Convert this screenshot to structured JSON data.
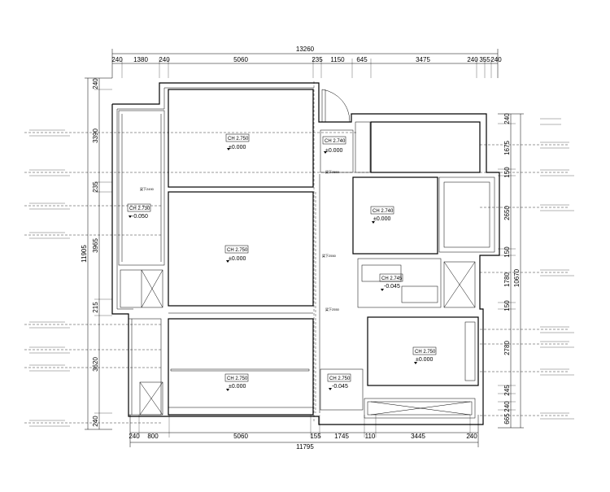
{
  "dimensions": {
    "top_total": "13260",
    "top": [
      "240",
      "1380",
      "240",
      "5060",
      "235",
      "1150",
      "645",
      "3475",
      "240",
      "355",
      "240"
    ],
    "bottom_total": "11795",
    "bottom": [
      "240",
      "800",
      "5060",
      "155",
      "1745",
      "110",
      "3445",
      "240"
    ],
    "left_total": "11905",
    "left": [
      "240",
      "3390",
      "235",
      "3965",
      "215",
      "3620",
      "240"
    ],
    "right_total": "10670",
    "right": [
      "240",
      "1675",
      "150",
      "2650",
      "150",
      "1780",
      "150",
      "2780",
      "245",
      "240",
      "665"
    ]
  },
  "rooms": [
    {
      "ch": "CH 2.750",
      "level": "±0.000"
    },
    {
      "ch": "CH 2.740",
      "level": "±0.000"
    },
    {
      "ch": "CH 2.730",
      "level": "-0.050"
    },
    {
      "ch": "CH 2.740",
      "level": "±0.000"
    },
    {
      "ch": "CH 2.750",
      "level": "±0.000"
    },
    {
      "ch": "CH 2.745",
      "level": "-0.045"
    },
    {
      "ch": "CH 2.750",
      "level": "±0.000"
    },
    {
      "ch": "CH 2.750",
      "level": "±0.000"
    },
    {
      "ch": "CH 2.750",
      "level": "-0.045"
    }
  ],
  "beam_labels": [
    "梁下2490",
    "梁下2550",
    "梁下2550",
    "梁下2550"
  ],
  "colors": {
    "line": "#000000",
    "dash": "#000000",
    "background": "#ffffff"
  },
  "icons": [
    "door-swing-icon",
    "level-marker-icon",
    "cross-brace-icon"
  ]
}
